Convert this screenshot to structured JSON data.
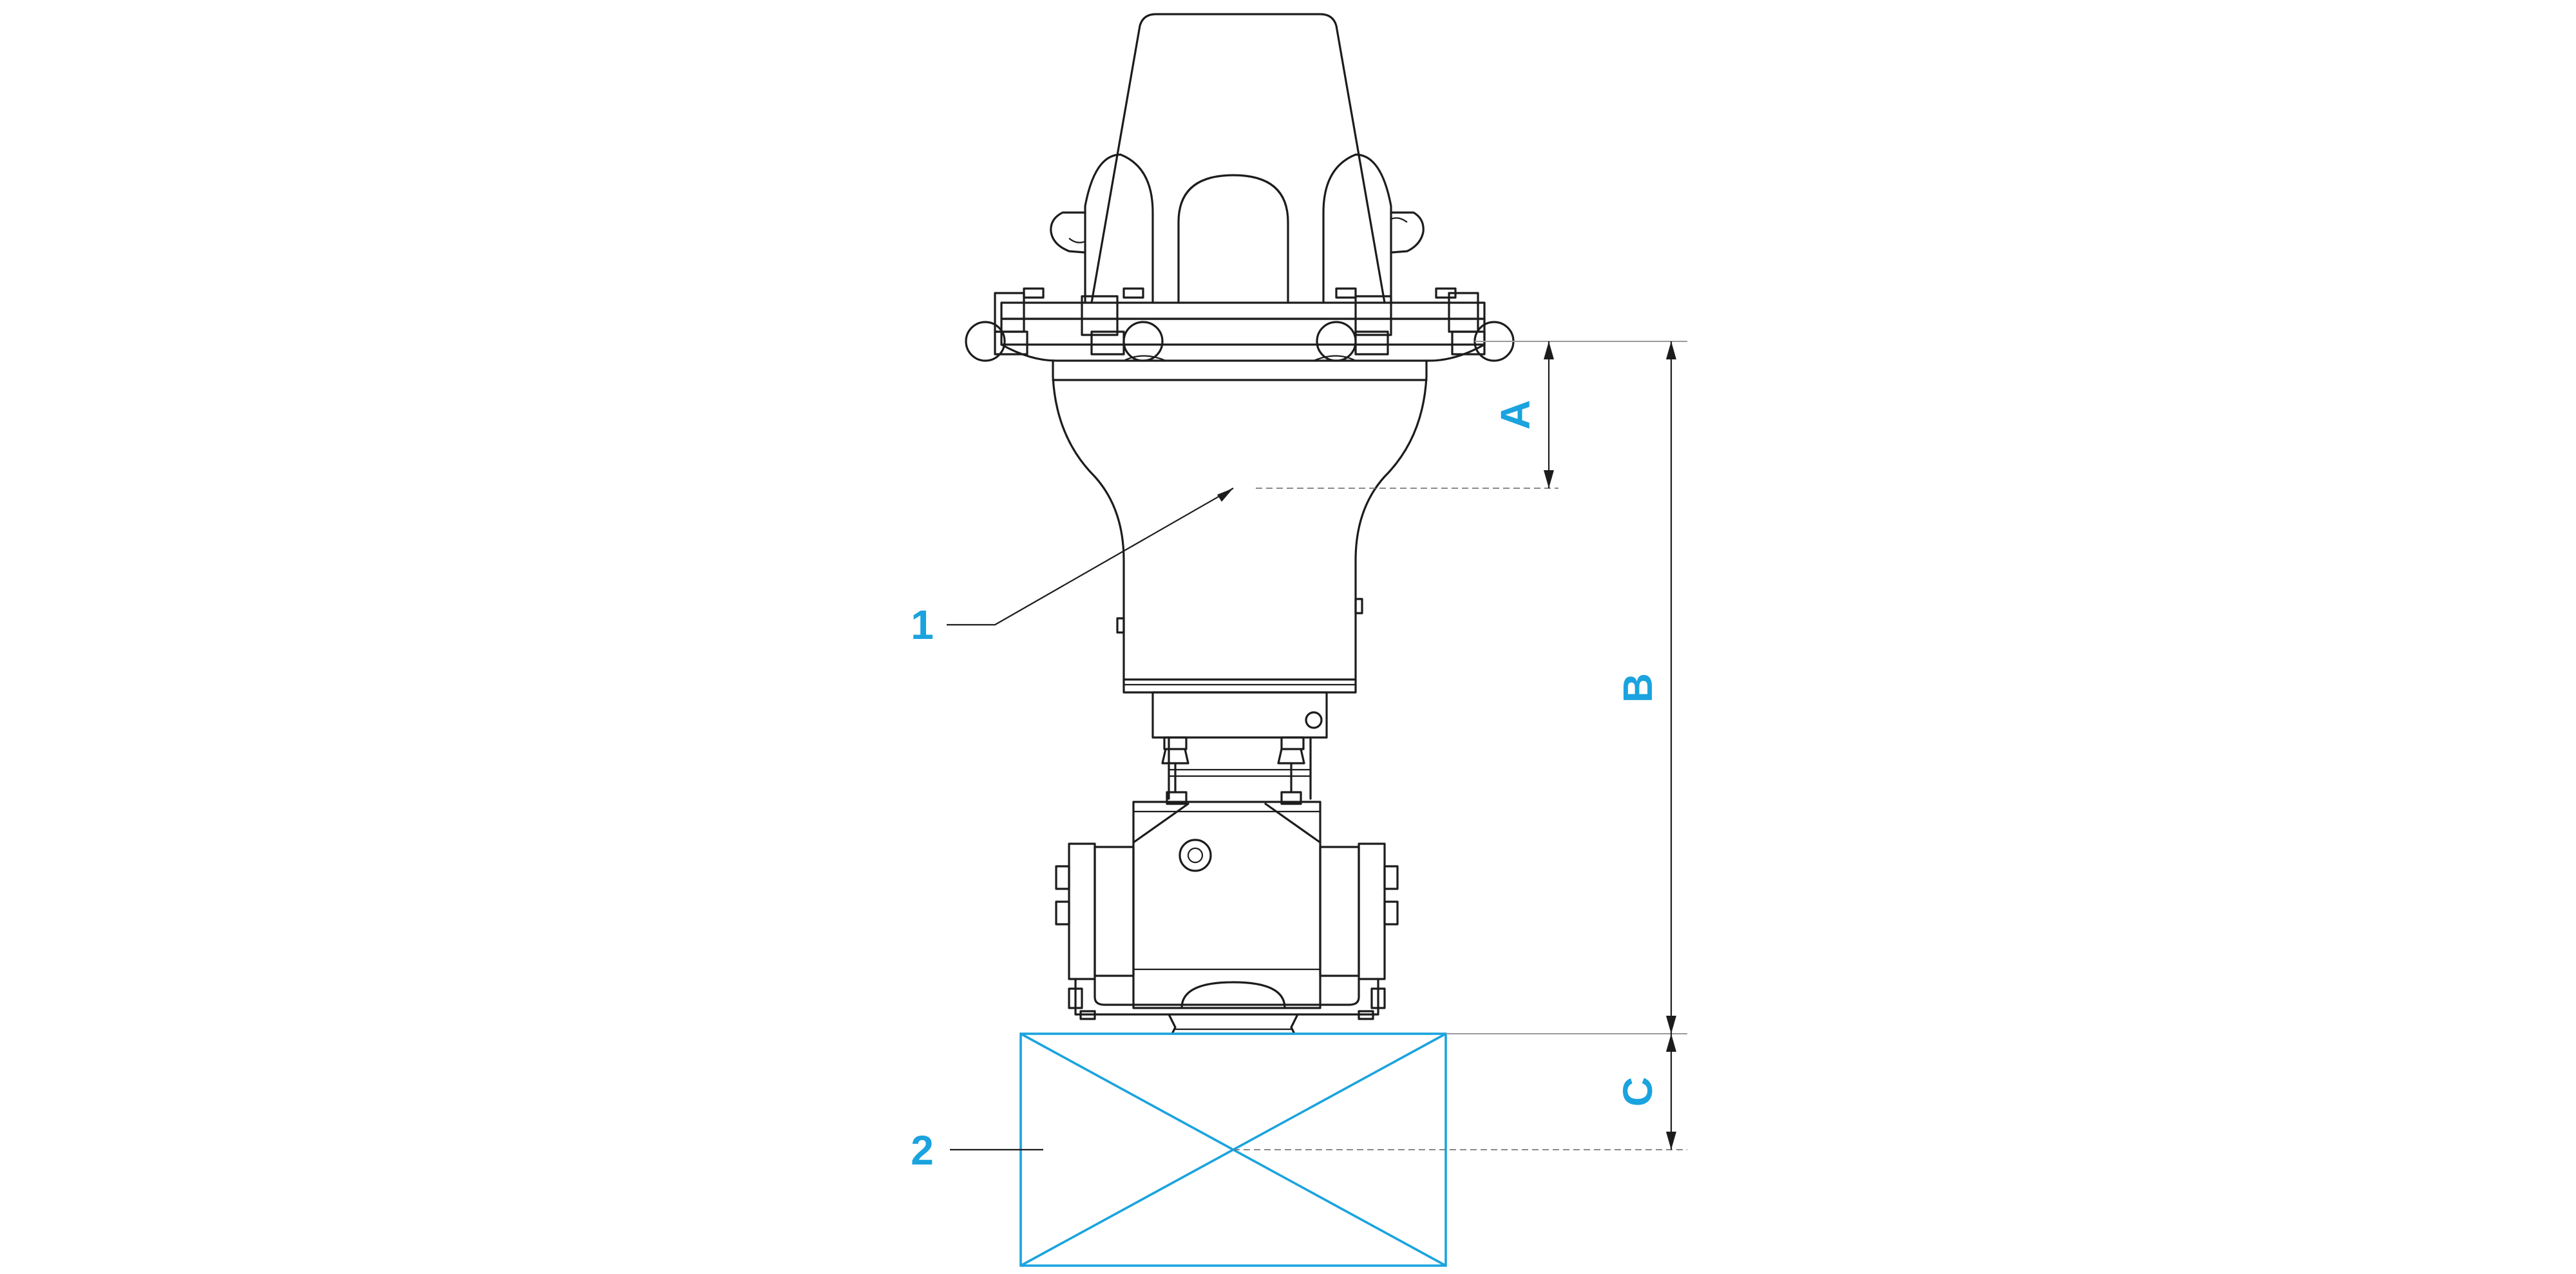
{
  "callouts": {
    "item_1": "1",
    "item_2": "2"
  },
  "dimensions": {
    "a": "A",
    "b": "B",
    "c": "C"
  },
  "colors": {
    "accent": "#1aa3de",
    "line": "#1c1c1c"
  }
}
